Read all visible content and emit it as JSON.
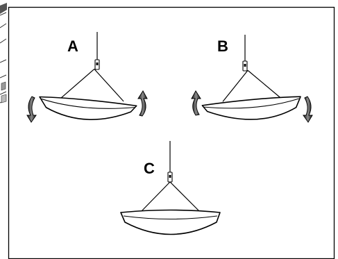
{
  "panels": [
    {
      "label": "A",
      "rotation": "counter-clockwise"
    },
    {
      "label": "B",
      "rotation": "clockwise"
    },
    {
      "label": "C",
      "rotation": "none"
    }
  ]
}
